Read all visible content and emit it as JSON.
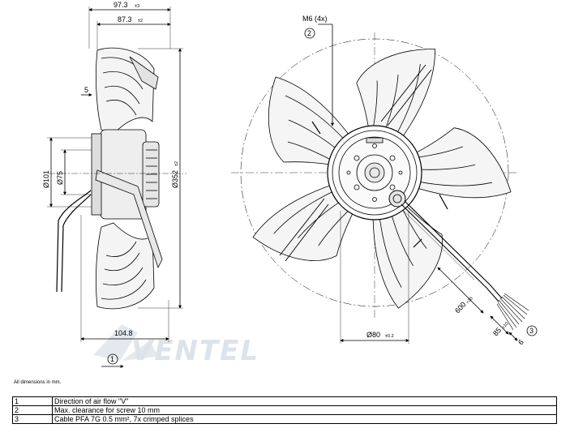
{
  "side_view": {
    "dims": {
      "overall_depth": "97.3",
      "body_depth": "87.3",
      "clearance": "5",
      "diameter_101": "Ø101",
      "diameter_75": "Ø75",
      "diameter_352": "Ø352",
      "base_length": "104.8"
    },
    "callout_1": "1",
    "dim_tolerance_a": "±3",
    "dim_tolerance_b": "±2"
  },
  "front_view": {
    "screw_label": "M6 (4x)",
    "callout_2": "2",
    "callout_3": "3",
    "hub_diameter": "Ø80",
    "hub_tolerance": "±0.2",
    "cable_length": "600",
    "cable_length_tol": "+20",
    "strip_length": "85",
    "strip_length_tol": "±10",
    "splice_length": "6"
  },
  "watermark": "VENTEL",
  "note": "All dimensions in mm.",
  "legend": [
    {
      "num": "1",
      "text": "Direction of air flow \"V\""
    },
    {
      "num": "2",
      "text": "Max. clearance for screw 10 mm"
    },
    {
      "num": "3",
      "text": "Cable PFA 7G 0.5 mm², 7x crimped splices"
    }
  ]
}
